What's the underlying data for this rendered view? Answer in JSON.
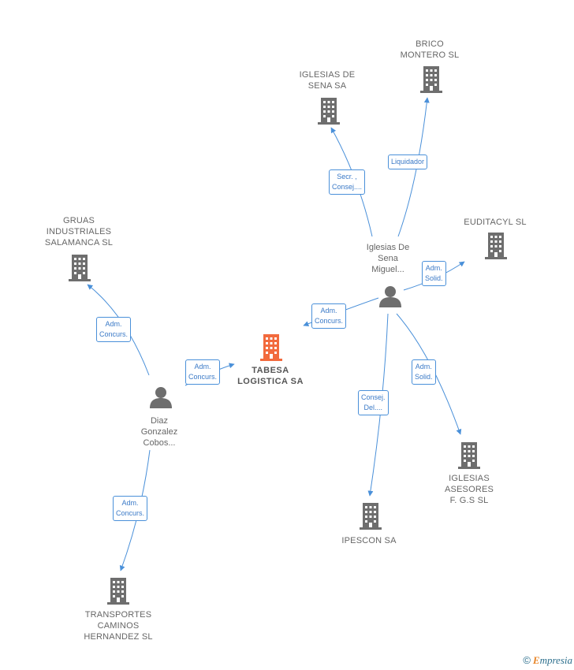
{
  "colors": {
    "edge": "#4a90d9",
    "company": "#6e6e6e",
    "focus": "#f26a3d",
    "person": "#6e6e6e"
  },
  "nodes": {
    "tabesa": {
      "label_lines": [
        "TABESA",
        "LOGISTICA SA"
      ],
      "icon": "building-icon"
    },
    "gruas": {
      "label_lines": [
        "GRUAS",
        "INDUSTRIALES",
        "SALAMANCA SL"
      ],
      "icon": "building-icon"
    },
    "iglesias_sena": {
      "label_lines": [
        "IGLESIAS DE",
        "SENA SA"
      ],
      "icon": "building-icon"
    },
    "brico": {
      "label_lines": [
        "BRICO",
        "MONTERO SL"
      ],
      "icon": "building-icon"
    },
    "euditacyl": {
      "label_lines": [
        "EUDITACYL SL"
      ],
      "icon": "building-icon"
    },
    "iglesias_asesores": {
      "label_lines": [
        "IGLESIAS",
        "ASESORES",
        "F. G.S SL"
      ],
      "icon": "building-icon"
    },
    "ipescon": {
      "label_lines": [
        "IPESCON SA"
      ],
      "icon": "building-icon"
    },
    "transportes": {
      "label_lines": [
        "TRANSPORTES",
        "CAMINOS",
        "HERNANDEZ SL"
      ],
      "icon": "building-icon"
    },
    "iglesias_person": {
      "label_lines": [
        "Iglesias De",
        "Sena",
        "Miguel..."
      ],
      "icon": "person-icon"
    },
    "diaz_person": {
      "label_lines": [
        "Diaz",
        "Gonzalez",
        "Cobos..."
      ],
      "icon": "person-icon"
    }
  },
  "edges": {
    "iglesias_to_tabesa": [
      "Adm.",
      "Concurs."
    ],
    "iglesias_to_iglesias_sena": [
      "Secr. ,",
      "Consej...."
    ],
    "iglesias_to_brico": [
      "Liquidador"
    ],
    "iglesias_to_euditacyl": [
      "Adm.",
      "Solid."
    ],
    "iglesias_to_asesores": [
      "Adm.",
      "Solid."
    ],
    "iglesias_to_ipescon": [
      "Consej.",
      "Del...."
    ],
    "diaz_to_gruas": [
      "Adm.",
      "Concurs."
    ],
    "diaz_to_tabesa": [
      "Adm.",
      "Concurs."
    ],
    "diaz_to_transportes": [
      "Adm.",
      "Concurs."
    ]
  },
  "watermark": {
    "symbol": "©",
    "first_letter": "E",
    "rest": "mpresia"
  }
}
